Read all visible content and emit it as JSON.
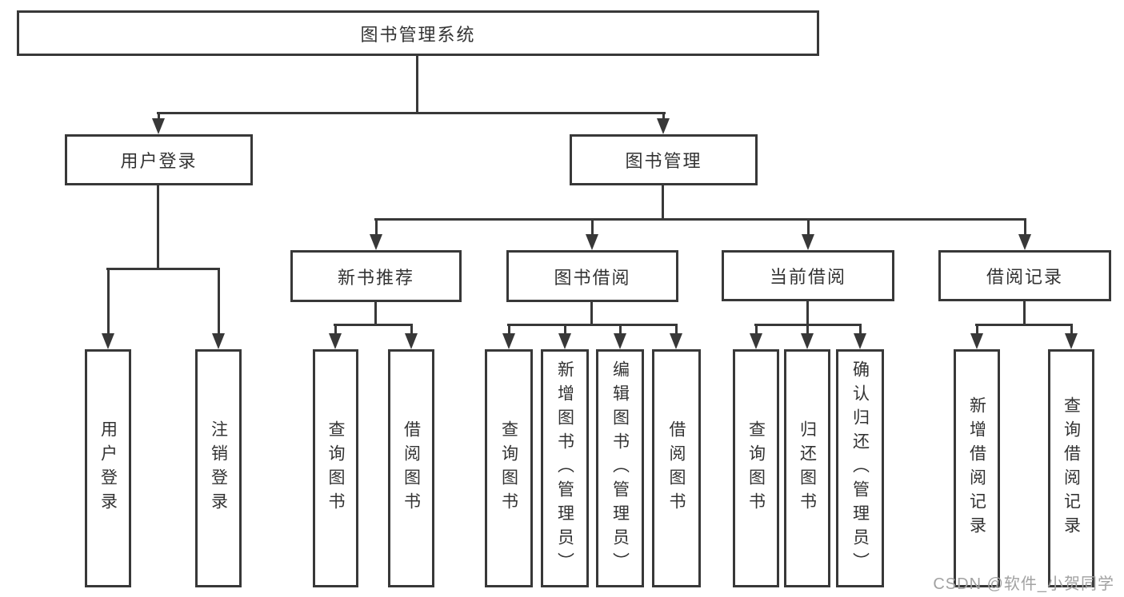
{
  "diagram": {
    "title": "图书管理系统",
    "type": "hierarchy-tree",
    "colors": {
      "line": "#383838",
      "border": "#383838",
      "text": "#333333",
      "background": "#ffffff",
      "watermark": "#a2a2a2"
    },
    "nodes": {
      "root": {
        "label": "图书管理系统"
      },
      "user_login": {
        "label": "用户登录"
      },
      "book_mgmt": {
        "label": "图书管理"
      },
      "new_book_rec": {
        "label": "新书推荐"
      },
      "book_borrow": {
        "label": "图书借阅"
      },
      "current_borrow": {
        "label": "当前借阅"
      },
      "borrow_record": {
        "label": "借阅记录"
      },
      "leaf_user_login": {
        "label": "用户登录"
      },
      "leaf_logout": {
        "label": "注销登录"
      },
      "leaf_rec_query_book": {
        "label": "查询图书"
      },
      "leaf_rec_borrow_book": {
        "label": "借阅图书"
      },
      "leaf_bb_query_book": {
        "label": "查询图书"
      },
      "leaf_bb_add_book": {
        "label": "新增图书（管理员）"
      },
      "leaf_bb_edit_book": {
        "label": "编辑图书（管理员）"
      },
      "leaf_bb_borrow_book": {
        "label": "借阅图书"
      },
      "leaf_cb_query_book": {
        "label": "查询图书"
      },
      "leaf_cb_return_book": {
        "label": "归还图书"
      },
      "leaf_cb_confirm_return": {
        "label": "确认归还（管理员）"
      },
      "leaf_br_add_record": {
        "label": "新增借阅记录"
      },
      "leaf_br_query_record": {
        "label": "查询借阅记录"
      }
    },
    "hierarchy": {
      "图书管理系统": {
        "用户登录": [
          "用户登录",
          "注销登录"
        ],
        "图书管理": {
          "新书推荐": [
            "查询图书",
            "借阅图书"
          ],
          "图书借阅": [
            "查询图书",
            "新增图书（管理员）",
            "编辑图书（管理员）",
            "借阅图书"
          ],
          "当前借阅": [
            "查询图书",
            "归还图书",
            "确认归还（管理员）"
          ],
          "借阅记录": [
            "新增借阅记录",
            "查询借阅记录"
          ]
        }
      }
    },
    "watermark": "CSDN @软件_小贺同学"
  }
}
